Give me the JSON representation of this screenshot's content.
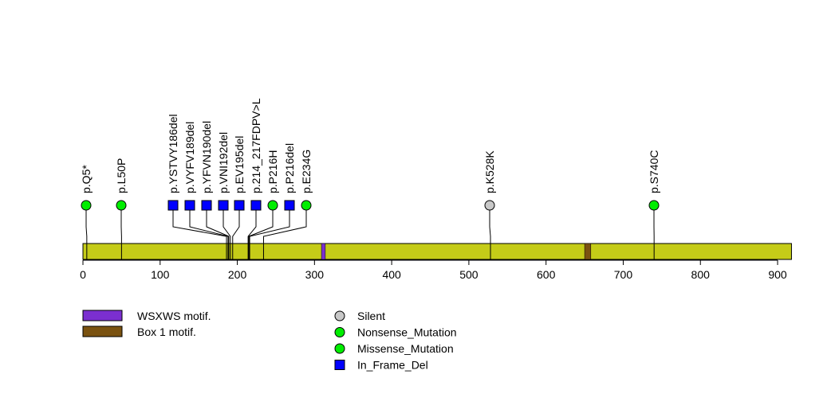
{
  "chart_data": {
    "type": "lollipop",
    "protein_length": 918,
    "xlim": [
      0,
      918
    ],
    "x_ticks": [
      0,
      100,
      200,
      300,
      400,
      500,
      600,
      700,
      800,
      900
    ],
    "domains": [
      {
        "name": "WSXWS motif.",
        "start": 309,
        "end": 314,
        "color": "#7b2fd0"
      },
      {
        "name": "Box 1 motif.",
        "start": 650,
        "end": 658,
        "color": "#7a5210"
      }
    ],
    "mutations": [
      {
        "label": "p.Q5*",
        "pos": 5,
        "type": "Nonsense_Mutation"
      },
      {
        "label": "p.L50P",
        "pos": 50,
        "type": "Missense_Mutation"
      },
      {
        "label": "p.YSTVY186del",
        "pos": 186,
        "type": "In_Frame_Del"
      },
      {
        "label": "p.VYFV189del",
        "pos": 188,
        "type": "In_Frame_Del"
      },
      {
        "label": "p.YFVN190del",
        "pos": 189,
        "type": "In_Frame_Del"
      },
      {
        "label": "p.VNI192del",
        "pos": 191,
        "type": "In_Frame_Del"
      },
      {
        "label": "p.EV195del",
        "pos": 194,
        "type": "In_Frame_Del"
      },
      {
        "label": "p.214_217FDPV>L",
        "pos": 214,
        "type": "In_Frame_Del"
      },
      {
        "label": "p.P216H",
        "pos": 215,
        "type": "Missense_Mutation"
      },
      {
        "label": "p.P216del",
        "pos": 216,
        "type": "In_Frame_Del"
      },
      {
        "label": "p.E234G",
        "pos": 234,
        "type": "Missense_Mutation"
      },
      {
        "label": "p.K528K",
        "pos": 528,
        "type": "Silent"
      },
      {
        "label": "p.S740C",
        "pos": 740,
        "type": "Missense_Mutation"
      }
    ],
    "legend_types": [
      {
        "name": "Silent",
        "color": "#c8c8c8",
        "shape": "circle"
      },
      {
        "name": "Nonsense_Mutation",
        "color": "#00ee00",
        "shape": "circle"
      },
      {
        "name": "Missense_Mutation",
        "color": "#00ee00",
        "shape": "circle"
      },
      {
        "name": "In_Frame_Del",
        "color": "#0000ff",
        "shape": "square"
      }
    ],
    "bar_color": "#c5cc18"
  }
}
